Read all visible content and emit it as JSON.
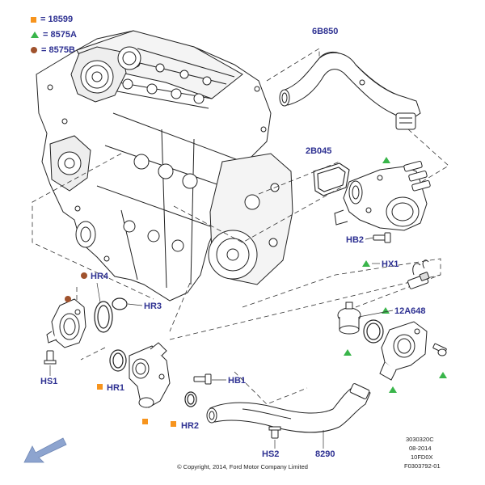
{
  "legend": {
    "items": [
      {
        "symbol": "orange-square",
        "text": "= 18599",
        "color": "#f7941d"
      },
      {
        "symbol": "green-triangle",
        "text": "= 8575A",
        "color": "#39b54a"
      },
      {
        "symbol": "brown-dot",
        "text": "= 8575B",
        "color": "#a0522d"
      }
    ]
  },
  "callouts": {
    "c6B850": "6B850",
    "c2B045": "2B045",
    "cHB2": "HB2",
    "cHX1": "HX1",
    "c12A648": "12A648",
    "cHR4": "HR4",
    "cHR3": "HR3",
    "cHS1": "HS1",
    "cHR1": "HR1",
    "cHB1": "HB1",
    "cHR2": "HR2",
    "cHS2": "HS2",
    "c8290": "8290"
  },
  "stamp": {
    "line1": "3030320C",
    "line2": "08-2014",
    "line3": "10FD0X",
    "line4": "F0303792-01"
  },
  "copyright": "© Copyright, 2014, Ford Motor Company Limited",
  "colors": {
    "label": "#2e3192",
    "orange": "#f7941d",
    "green": "#39b54a",
    "brown": "#a0522d",
    "arrow": "#8da4cf"
  }
}
